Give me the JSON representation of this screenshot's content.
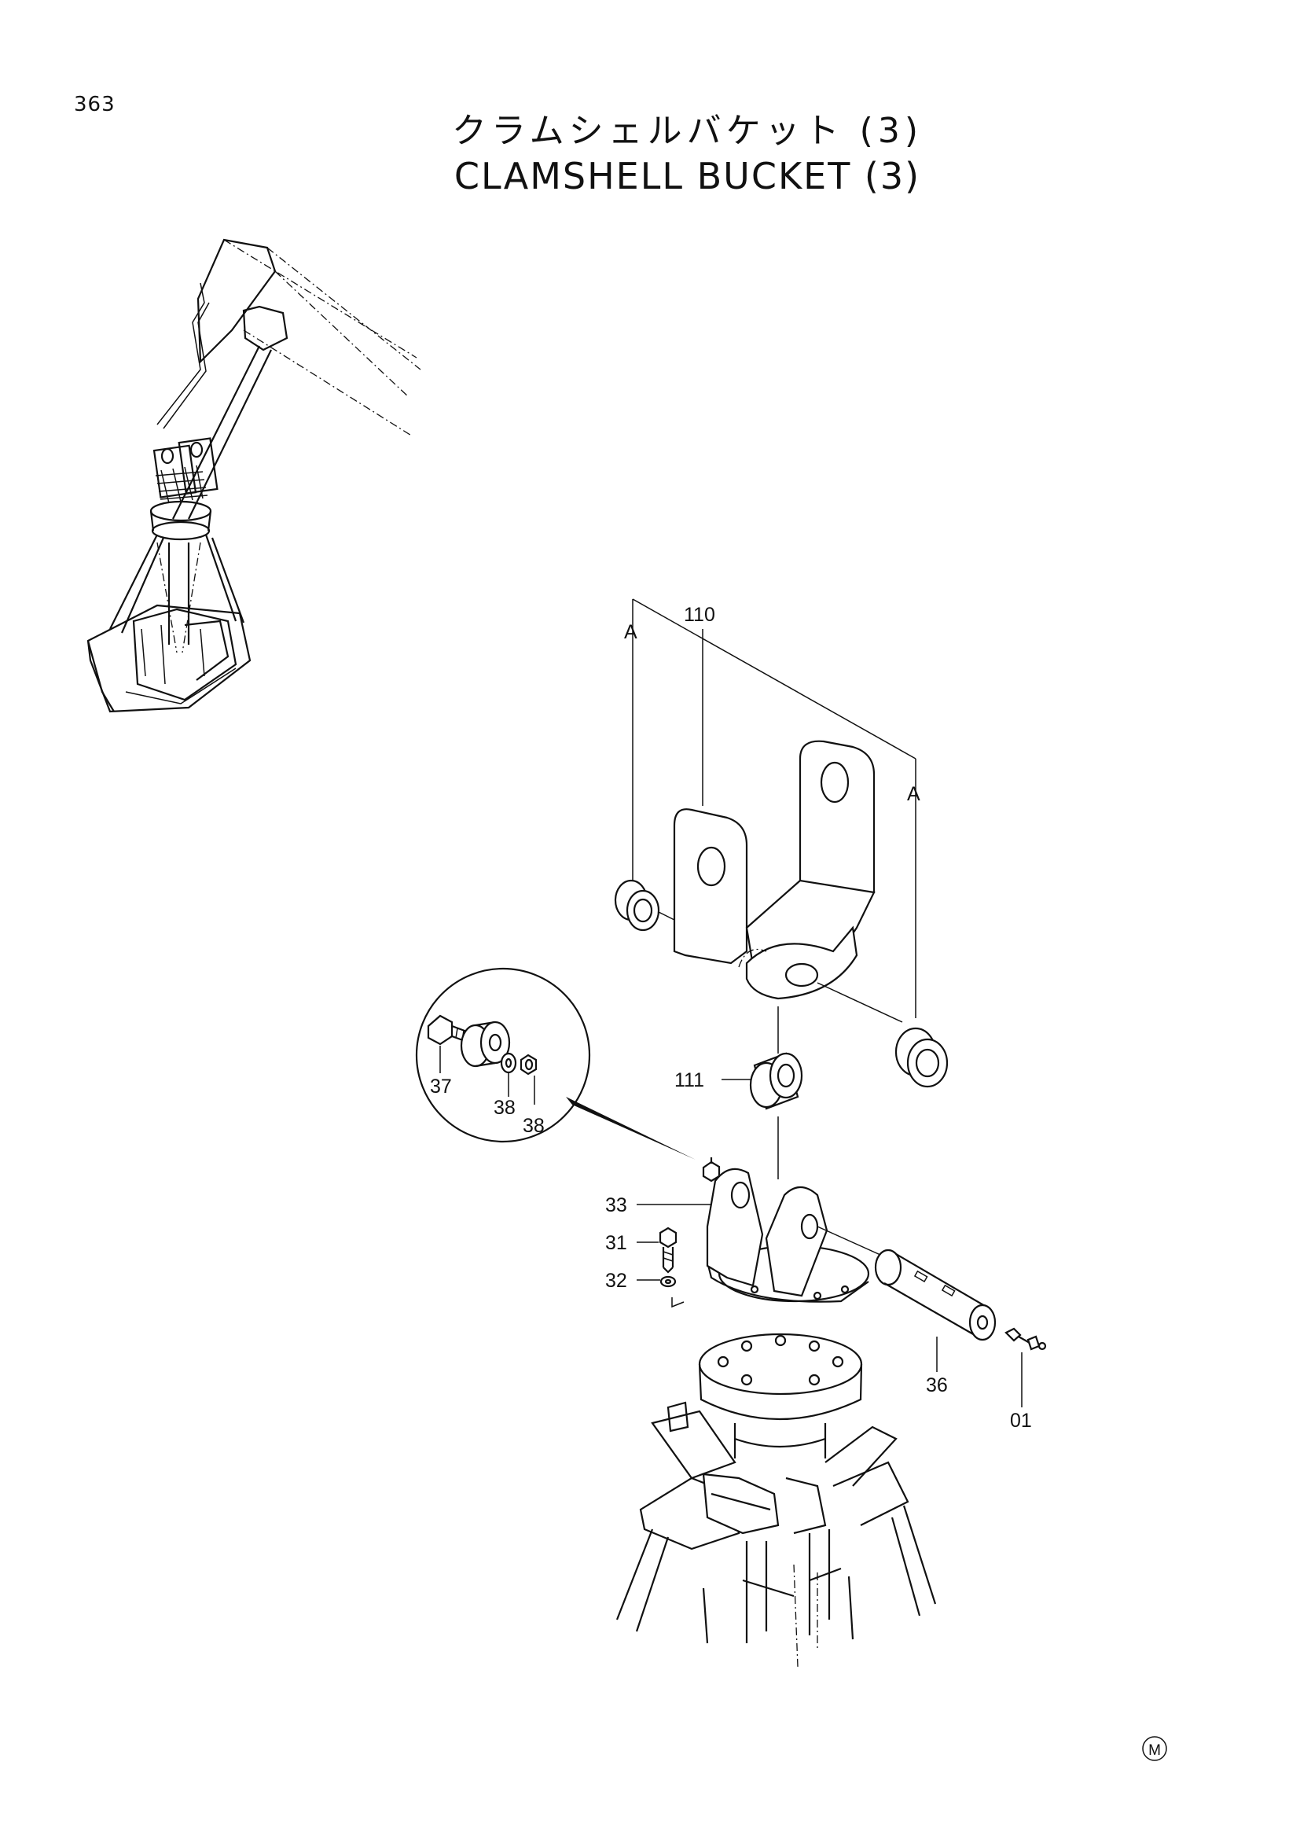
{
  "page": {
    "number": "363"
  },
  "title": {
    "japanese": "クラムシェルバケット (3)",
    "english": "CLAMSHELL BUCKET (3)"
  },
  "part_labels": {
    "p110": "110",
    "pA_left": "A",
    "pA_right": "A",
    "p111": "111",
    "p37": "37",
    "p38a": "38",
    "p38b": "38",
    "p33": "33",
    "p31": "31",
    "p32": "32",
    "p36": "36",
    "p01": "01"
  },
  "mark": "M"
}
